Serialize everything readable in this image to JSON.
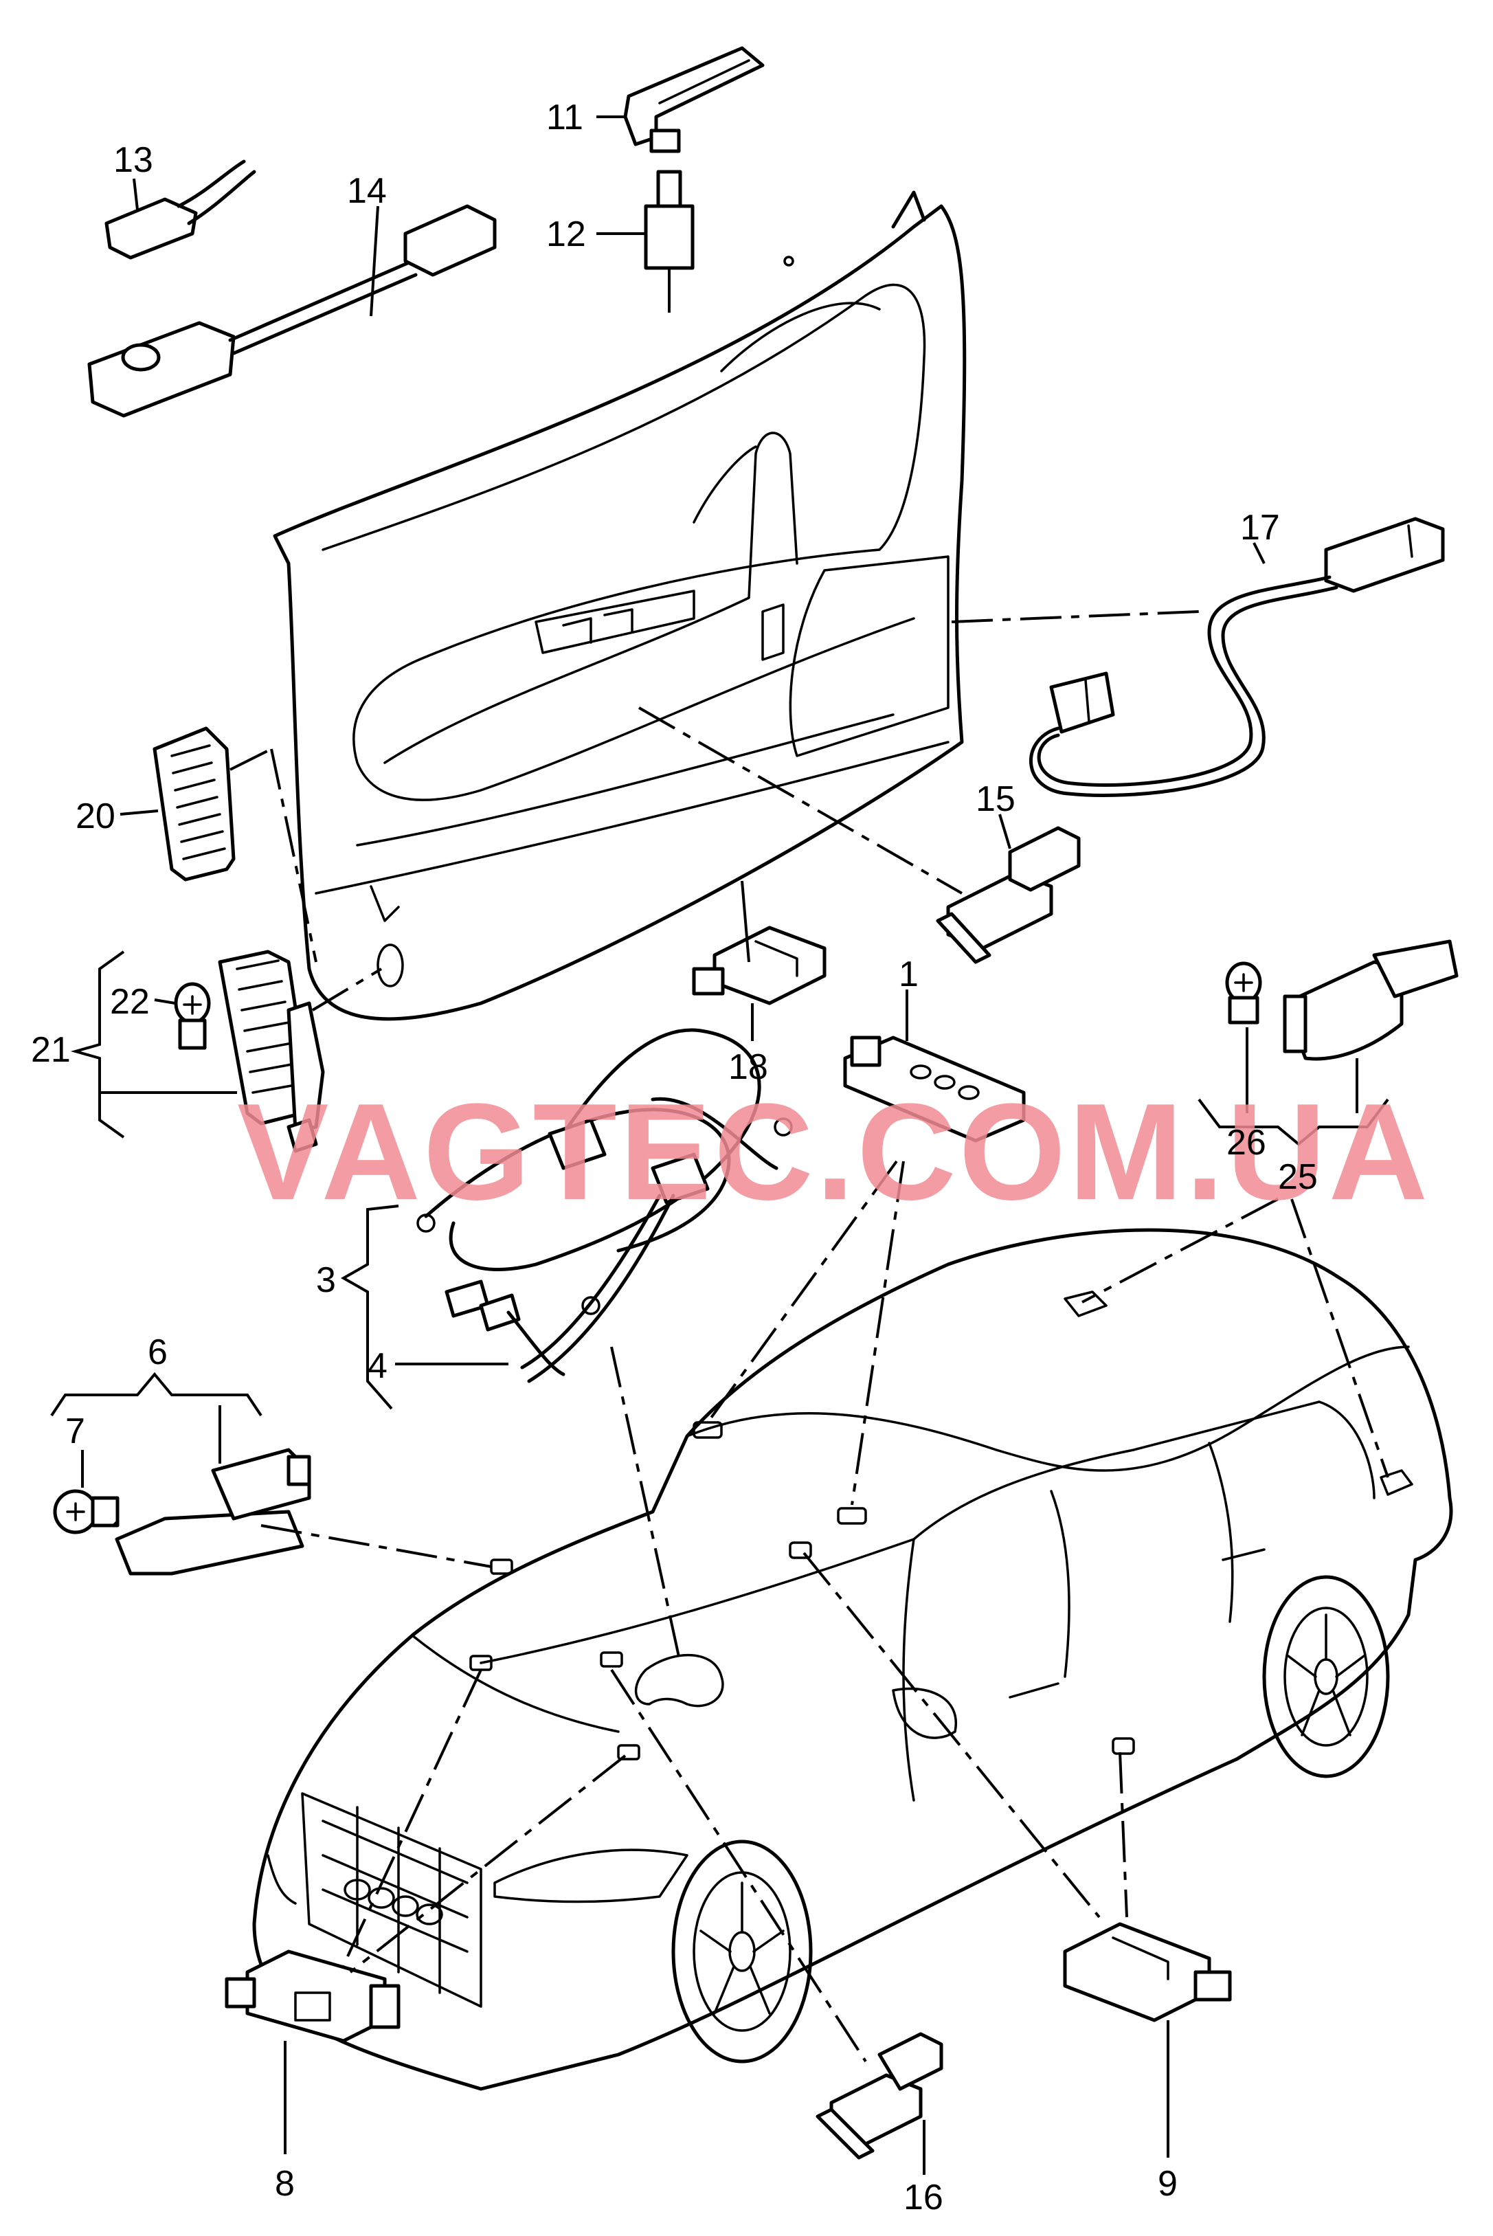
{
  "watermark": {
    "text": "VAGTEC.COM.UA",
    "color": "#f28b93"
  },
  "callouts": [
    {
      "id": "1",
      "label": "1"
    },
    {
      "id": "3",
      "label": "3"
    },
    {
      "id": "4",
      "label": "4"
    },
    {
      "id": "6",
      "label": "6"
    },
    {
      "id": "7",
      "label": "7"
    },
    {
      "id": "8",
      "label": "8"
    },
    {
      "id": "9",
      "label": "9"
    },
    {
      "id": "11",
      "label": "11"
    },
    {
      "id": "12",
      "label": "12"
    },
    {
      "id": "13",
      "label": "13"
    },
    {
      "id": "14",
      "label": "14"
    },
    {
      "id": "15",
      "label": "15"
    },
    {
      "id": "16",
      "label": "16"
    },
    {
      "id": "17",
      "label": "17"
    },
    {
      "id": "18",
      "label": "18"
    },
    {
      "id": "20",
      "label": "20"
    },
    {
      "id": "21",
      "label": "21"
    },
    {
      "id": "22",
      "label": "22"
    },
    {
      "id": "25",
      "label": "25"
    },
    {
      "id": "26",
      "label": "26"
    }
  ]
}
